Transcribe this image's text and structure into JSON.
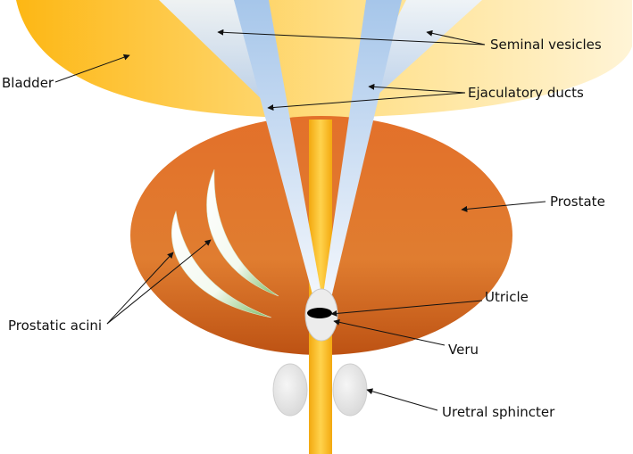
{
  "labels": {
    "seminal_vesicles": "Seminal vesicles",
    "bladder": "Bladder",
    "ejaculatory_ducts": "Ejaculatory ducts",
    "prostate": "Prostate",
    "utricle": "Utricle",
    "prostatic_acini": "Prostatic acini",
    "veru": "Veru",
    "uretral_sphincter": "Uretral sphincter"
  },
  "colors": {
    "bladder_left": "#fdb714",
    "bladder_right": "#fff1c8",
    "prostate_top": "#e46f26",
    "prostate_bottom": "#bf5416",
    "duct_top": "#a9c8ec",
    "duct_bottom": "#eef4fb",
    "urethra": "#f7b92c",
    "acini_fill": "#ffffff",
    "acini_edge": "#7fbf6a",
    "sphincter": "#e3e3e3",
    "veru": "#ececec",
    "utricle": "#000000",
    "arrow": "#111111"
  }
}
